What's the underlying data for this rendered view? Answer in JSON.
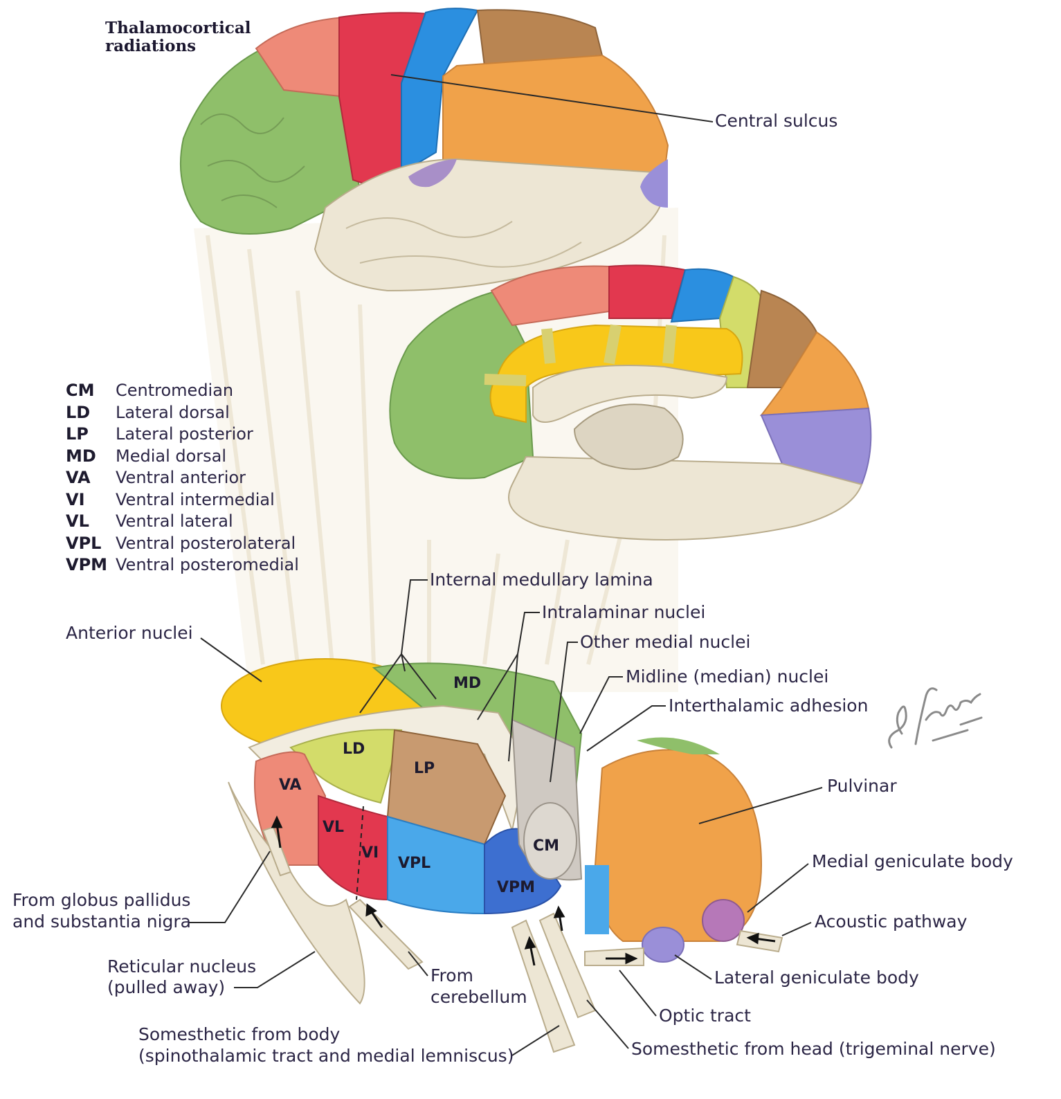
{
  "title": {
    "line1": "Thalamocortical",
    "line2": "radiations"
  },
  "cortex_labels": {
    "central_sulcus": "Central sulcus"
  },
  "key": [
    {
      "abbr": "CM",
      "name": "Centromedian"
    },
    {
      "abbr": "LD",
      "name": "Lateral dorsal"
    },
    {
      "abbr": "LP",
      "name": "Lateral posterior"
    },
    {
      "abbr": "MD",
      "name": "Medial dorsal"
    },
    {
      "abbr": "VA",
      "name": "Ventral anterior"
    },
    {
      "abbr": "VI",
      "name": "Ventral intermedial"
    },
    {
      "abbr": "VL",
      "name": "Ventral lateral"
    },
    {
      "abbr": "VPL",
      "name": "Ventral posterolateral"
    },
    {
      "abbr": "VPM",
      "name": "Ventral posteromedial"
    }
  ],
  "nuclei_on_figure": {
    "md": "MD",
    "ld": "LD",
    "lp": "LP",
    "va": "VA",
    "vl": "VL",
    "vi": "VI",
    "vpl": "VPL",
    "vpm": "VPM",
    "cm": "CM"
  },
  "callouts": {
    "internal_medullary_lamina": "Internal medullary lamina",
    "intralaminar_nuclei": "Intralaminar nuclei",
    "other_medial_nuclei": "Other medial nuclei",
    "midline_nuclei": "Midline (median) nuclei",
    "interthalamic_adhesion": "Interthalamic adhesion",
    "anterior_nuclei": "Anterior nuclei",
    "pulvinar": "Pulvinar",
    "medial_geniculate": "Medial geniculate body",
    "acoustic_pathway": "Acoustic pathway",
    "lateral_geniculate": "Lateral geniculate body",
    "optic_tract": "Optic tract",
    "globus_pallidus_1": "From globus pallidus",
    "globus_pallidus_2": "and substantia nigra",
    "reticular_1": "Reticular nucleus",
    "reticular_2": "(pulled away)",
    "cerebellum_1": "From",
    "cerebellum_2": "cerebellum",
    "somesthetic_body_1": "Somesthetic from body",
    "somesthetic_body_2": "(spinothalamic tract and medial lemniscus)",
    "somesthetic_head": "Somesthetic from head (trigeminal nerve)"
  },
  "signature": "F. Netter M.D.",
  "colors": {
    "green": "#8fbf6a",
    "salmon": "#ee8a78",
    "red": "#e2384f",
    "blue": "#2b8fe0",
    "brown": "#b98552",
    "orange": "#f0a24a",
    "beige": "#ede6d4",
    "purple": "#9a8fd8",
    "yellow": "#f8c81a",
    "lime": "#d3dc6a",
    "lightblue": "#4aa8ea",
    "darkblue": "#3d6fd0",
    "grey": "#cfc9c2",
    "tan": "#c89a70",
    "magenta": "#b678b8"
  }
}
